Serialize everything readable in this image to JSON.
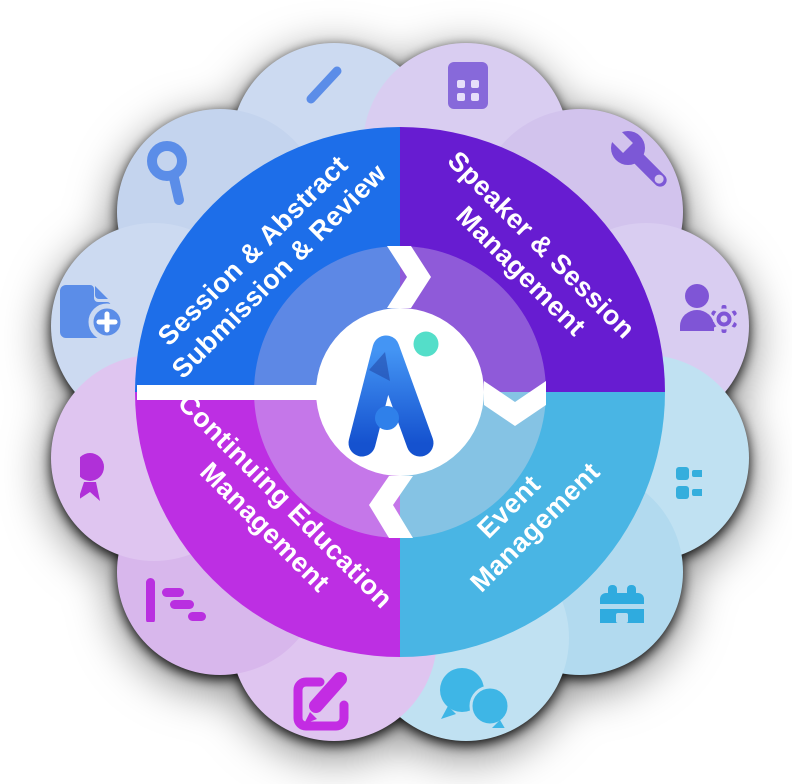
{
  "diagram": {
    "type": "feature-wheel",
    "background": "#ffffff",
    "center_logo": {
      "text": "Ai",
      "a_gradient": [
        "#4495f4",
        "#1552cf"
      ],
      "i_gradient": [
        "#58dec6",
        "#2ea6dd"
      ],
      "dot_color": "#2f80ea"
    },
    "separator_color": "#ffffff",
    "quadrants": [
      {
        "id": "session-abstract",
        "line1": "Session & Abstract",
        "line2": "Submission & Review",
        "ring_color": "#1d6ee9",
        "inner_ring_color": "#5d88e5",
        "petal_colors": [
          "#ccdaf1",
          "#c4d4ee"
        ],
        "icon_color": "#5b8de8",
        "icons": [
          "pen-icon",
          "search-icon",
          "document-add-icon"
        ]
      },
      {
        "id": "speaker-session",
        "line1": "Speaker & Session",
        "line2": "Management",
        "ring_color": "#671cd1",
        "inner_ring_color": "#8f5ad9",
        "petal_colors": [
          "#d9cdf1",
          "#d2c3ed"
        ],
        "icon_color": "#7f57d6",
        "icons": [
          "building-icon",
          "wrench-icon",
          "user-gear-icon"
        ]
      },
      {
        "id": "event-management",
        "line1": "Event",
        "line2": "Management",
        "ring_color": "#49b5e4",
        "inner_ring_color": "#85c3e4",
        "petal_colors": [
          "#c0e1f2",
          "#b2daef"
        ],
        "icon_color": "#3ab2e2",
        "icons": [
          "sitemap-icon",
          "calendar-icon",
          "chat-bubbles-icon"
        ]
      },
      {
        "id": "continuing-education",
        "line1": "Continuing Education",
        "line2": "Management",
        "ring_color": "#bd2fe3",
        "inner_ring_color": "#c577e9",
        "petal_colors": [
          "#dfc5f0",
          "#d8b7ec"
        ],
        "icon_color": "#bb2fe1",
        "icons": [
          "edit-icon",
          "gantt-chart-icon",
          "badge-icon"
        ]
      }
    ]
  }
}
